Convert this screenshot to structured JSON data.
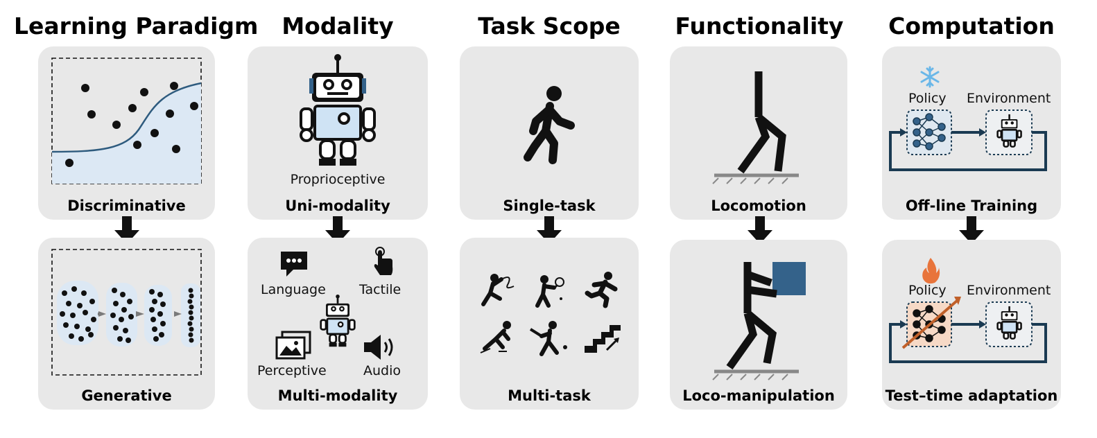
{
  "columns": [
    {
      "title": "Learning Paradigm",
      "top_caption": "Discriminative",
      "bottom_caption": "Generative"
    },
    {
      "title": "Modality",
      "top_caption": "Uni-modality",
      "bottom_caption": "Multi-modality",
      "top_label": "Proprioceptive",
      "modalities": [
        "Language",
        "Tactile",
        "Perceptive",
        "Audio"
      ]
    },
    {
      "title": "Task Scope",
      "top_caption": "Single-task",
      "bottom_caption": "Multi-task"
    },
    {
      "title": "Functionality",
      "top_caption": "Locomotion",
      "bottom_caption": "Loco-manipulation"
    },
    {
      "title": "Computation",
      "top_caption": "Off-line Training",
      "bottom_caption": "Test–time adaptation",
      "policy_label": "Policy",
      "environment_label": "Environment"
    }
  ],
  "colors": {
    "panel": "#e8e8e8",
    "curve": "#2e5b7e",
    "fill": "#dce8f4",
    "box": "#34628a",
    "dark": "#1a3a52",
    "flame": "#e8743b",
    "snow": "#6ab7e8",
    "orange_bg": "#f6d9c6"
  }
}
